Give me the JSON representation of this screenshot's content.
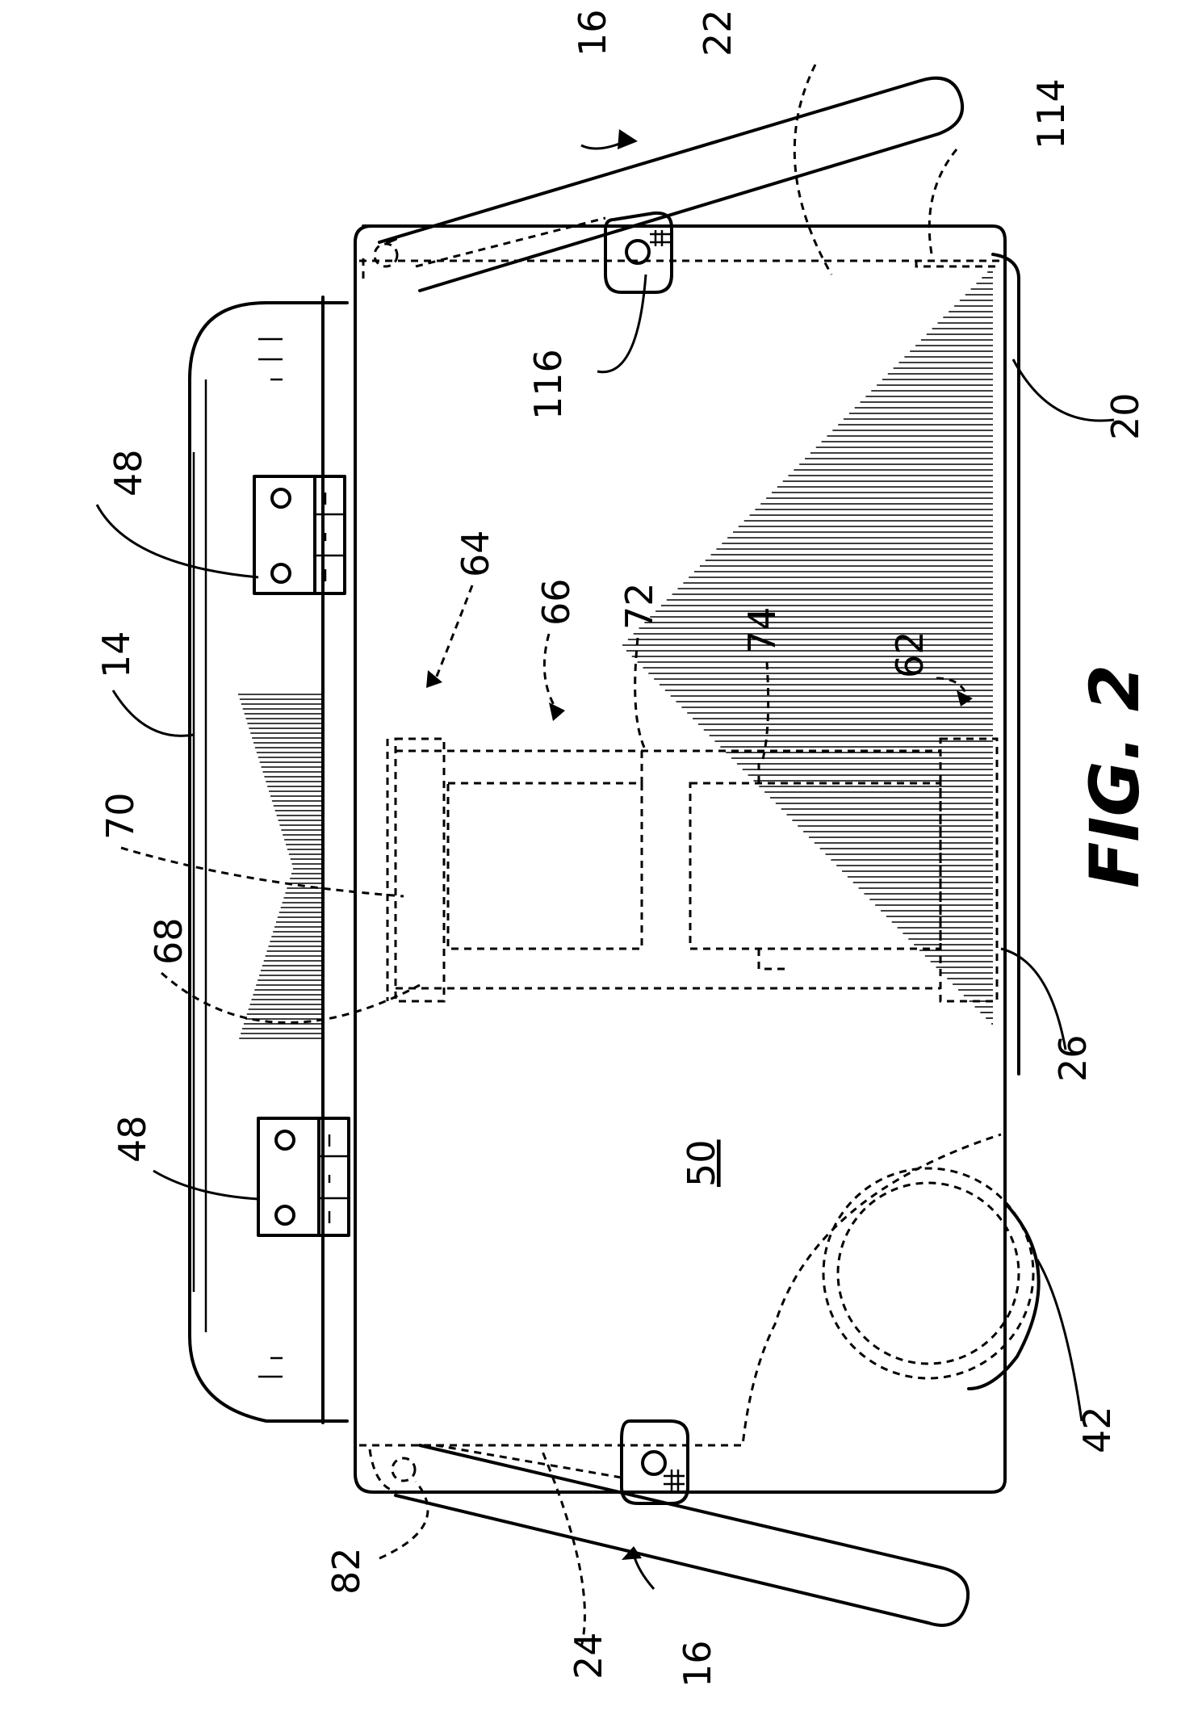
{
  "figure": {
    "title": "FIG. 2",
    "surface_label": "50"
  },
  "labels": {
    "hinge_top": "48",
    "hinge_bottom": "48",
    "lid": "14",
    "handle_top": "16",
    "handle_bottom": "16",
    "edge_22": "22",
    "corner_114": "114",
    "pivot_116": "116",
    "base_20": "20",
    "bracket_64": "64",
    "frame_66": "66",
    "bar_72": "72",
    "bar_74": "74",
    "bracket_62": "62",
    "member_70": "70",
    "member_68": "68",
    "edge_26": "26",
    "wheel_42": "42",
    "pivot_82": "82",
    "edge_24": "24"
  },
  "colors": {
    "ink": "#000000",
    "paper": "#ffffff"
  }
}
